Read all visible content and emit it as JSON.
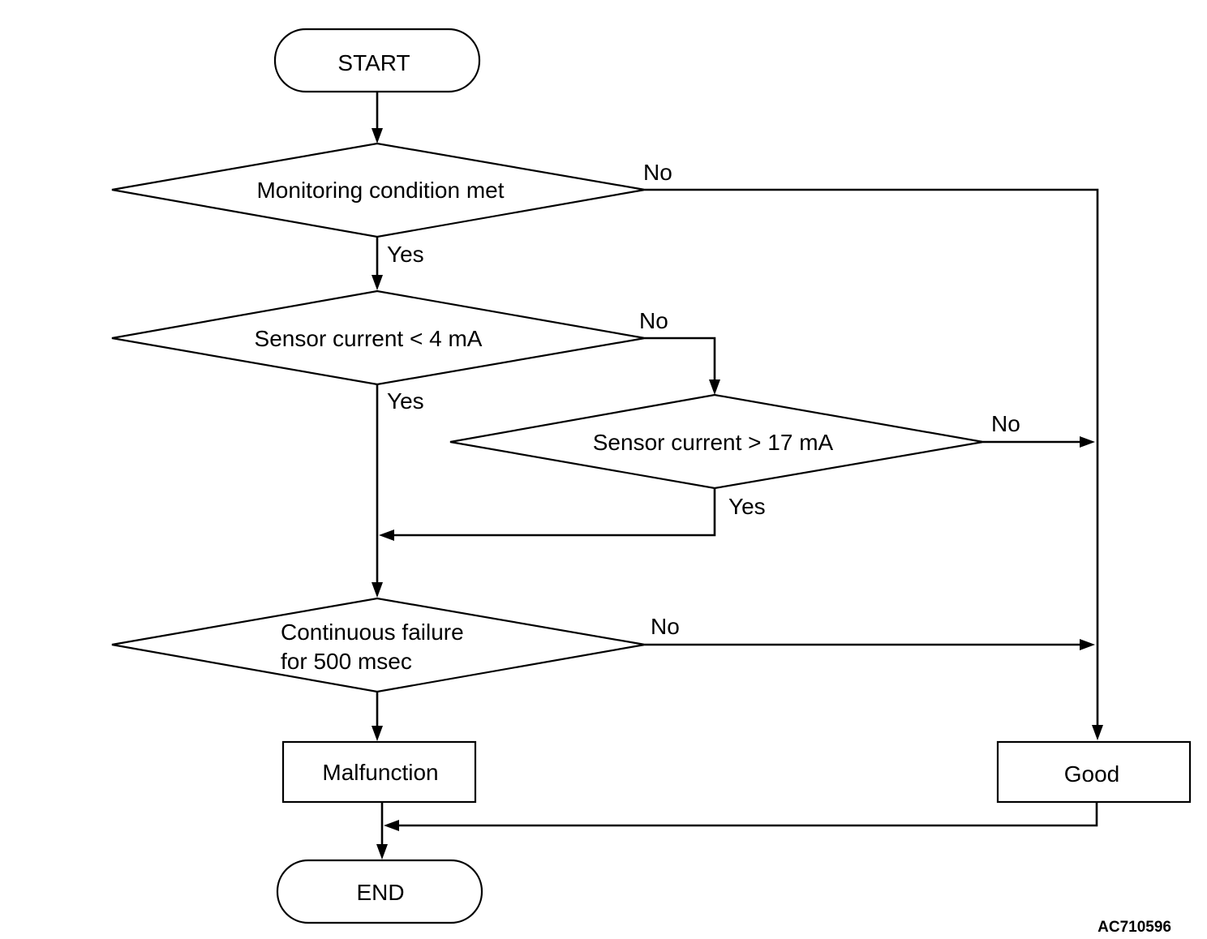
{
  "nodes": {
    "start": "START",
    "monitoring": "Monitoring condition met",
    "sensor_low": "Sensor current < 4 mA",
    "sensor_high": "Sensor current > 17 mA",
    "continuous_line1": "Continuous failure",
    "continuous_line2": "for 500 msec",
    "malfunction": "Malfunction",
    "good": "Good",
    "end": "END"
  },
  "edges": {
    "monitoring_no": "No",
    "monitoring_yes": "Yes",
    "sensor_low_no": "No",
    "sensor_low_yes": "Yes",
    "sensor_high_no": "No",
    "sensor_high_yes": "Yes",
    "continuous_no": "No"
  },
  "figure_code": "AC710596"
}
